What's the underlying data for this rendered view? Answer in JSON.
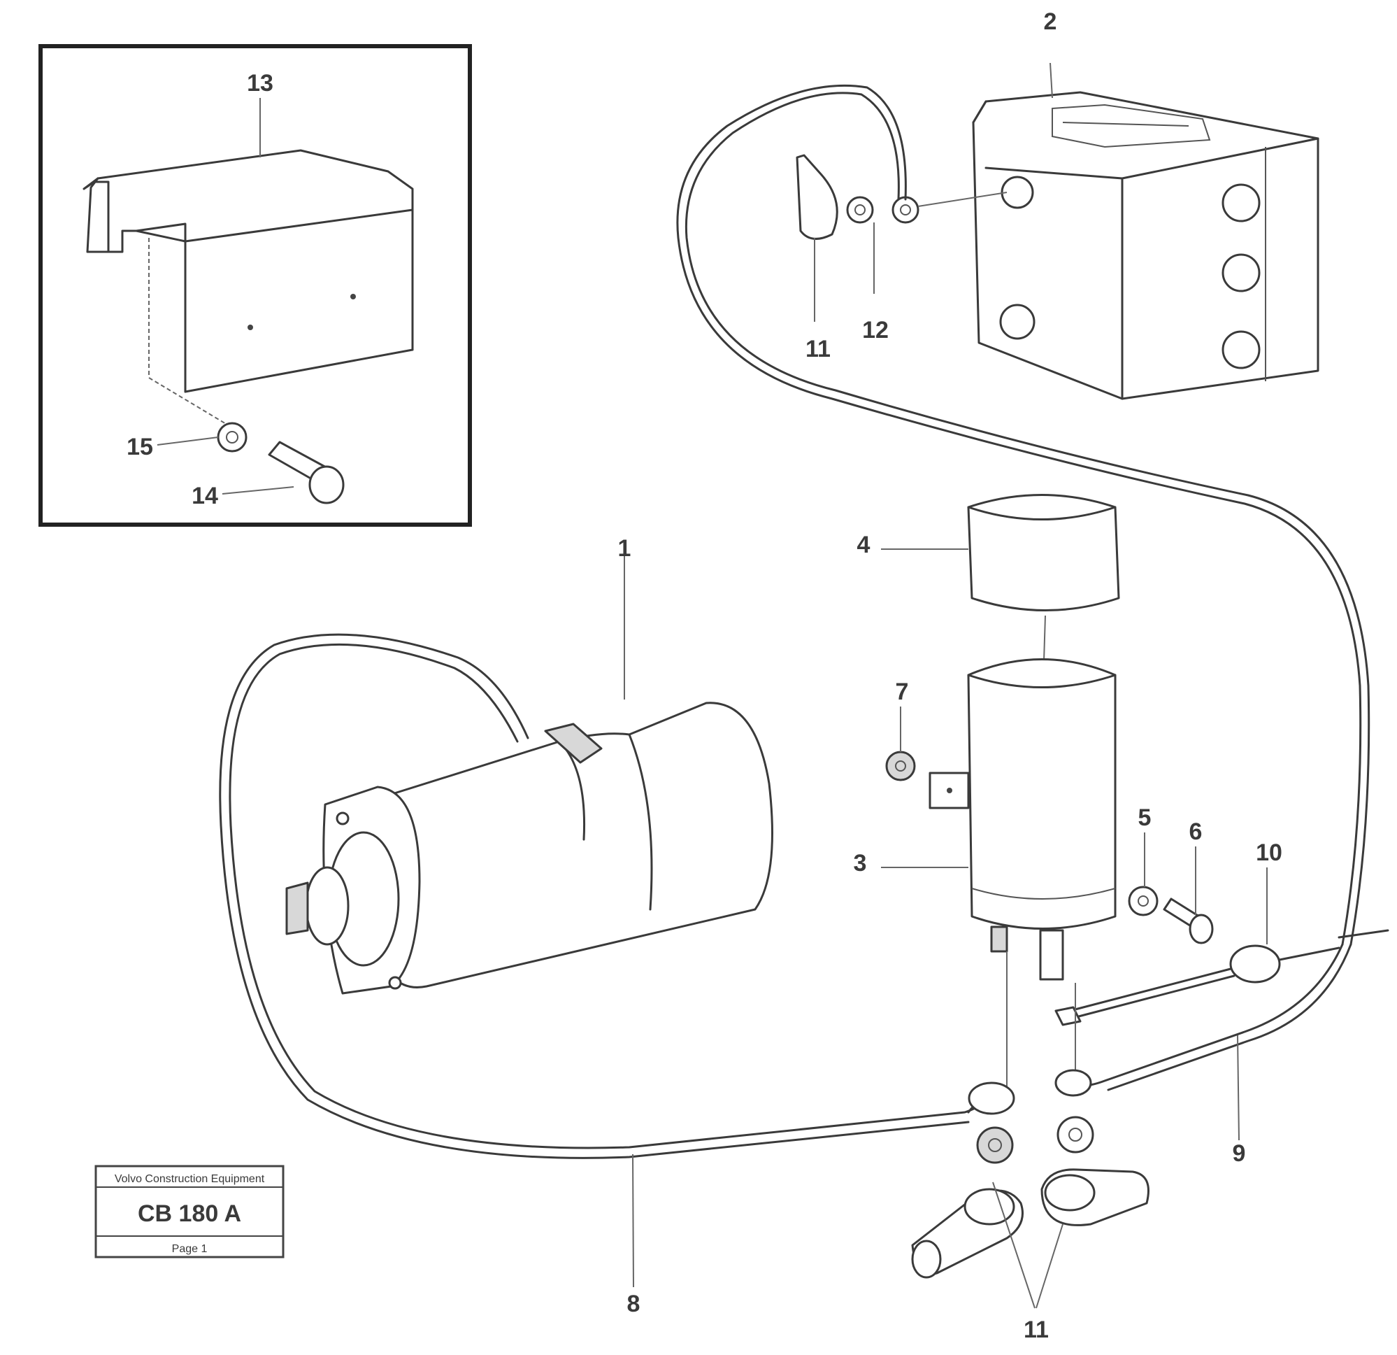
{
  "callouts": {
    "c1": "1",
    "c2": "2",
    "c3": "3",
    "c4": "4",
    "c5": "5",
    "c6": "6",
    "c7": "7",
    "c8": "8",
    "c9": "9",
    "c10": "10",
    "c11_top": "11",
    "c11_bottom": "11",
    "c12": "12",
    "c13": "13",
    "c14": "14",
    "c15": "15"
  },
  "stamp": {
    "company": "Volvo Construction Equipment",
    "code": "CB 180 A",
    "footer": "Page 1"
  }
}
